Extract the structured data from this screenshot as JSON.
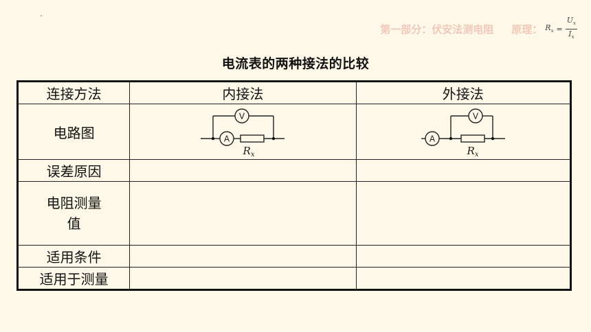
{
  "header": {
    "section": "第一部分：伏安法测电阻",
    "principle_label": "原理：",
    "formula_lhs": "R",
    "formula_lhs_sub": "x",
    "formula_num": "U",
    "formula_num_sub": "x",
    "formula_den": "I",
    "formula_den_sub": "x"
  },
  "title": "电流表的两种接法的比较",
  "table": {
    "col_headers": [
      "连接方法",
      "内接法",
      "外接法"
    ],
    "row_labels": [
      "电路图",
      "误差原因",
      "电阻测量值",
      "适用条件",
      "适用于测量"
    ],
    "resistor_label": "R",
    "resistor_sub": "x",
    "ammeter_symbol": "A",
    "voltmeter_symbol": "V"
  },
  "colors": {
    "background": "#fdf8e8",
    "header_text": "#f0c8b8",
    "border": "#111111"
  }
}
